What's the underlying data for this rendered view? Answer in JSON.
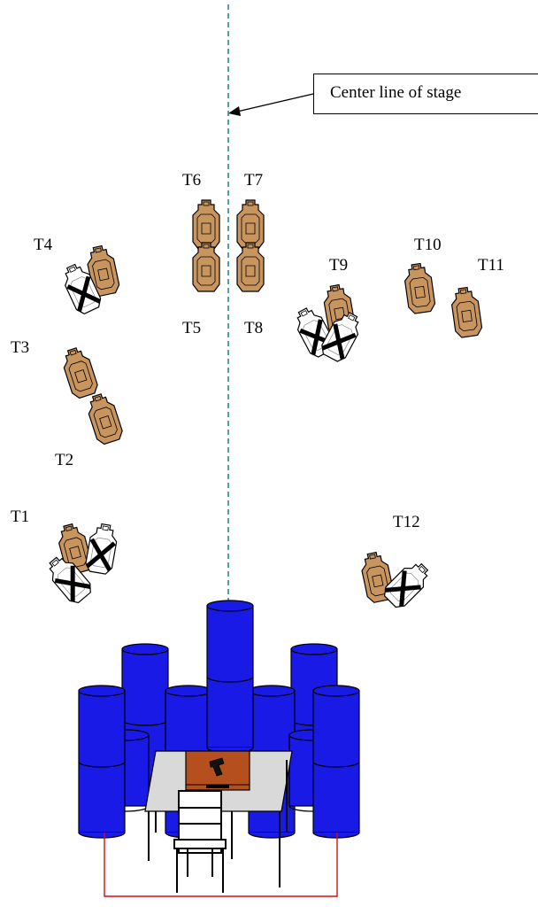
{
  "callout": {
    "text": "Center line of stage"
  },
  "targets": [
    {
      "id": "t1",
      "label": "T1"
    },
    {
      "id": "t2",
      "label": "T2"
    },
    {
      "id": "t3",
      "label": "T3"
    },
    {
      "id": "t4",
      "label": "T4"
    },
    {
      "id": "t5",
      "label": "T5"
    },
    {
      "id": "t6",
      "label": "T6"
    },
    {
      "id": "t7",
      "label": "T7"
    },
    {
      "id": "t8",
      "label": "T8"
    },
    {
      "id": "t9",
      "label": "T9"
    },
    {
      "id": "t10",
      "label": "T10"
    },
    {
      "id": "t11",
      "label": "T11"
    },
    {
      "id": "t12",
      "label": "T12"
    }
  ],
  "colors": {
    "target_fill": "#c8955f",
    "target_outline": "#000000",
    "no_shoot_fill": "#ffffff",
    "barrel_fill": "#1a1ae6",
    "centerline": "#2a8a8a",
    "table_top": "#d9d9d9",
    "case_fill": "#b5501e",
    "fault_line": "#cc1111"
  },
  "icons": [
    "paper-target-icon",
    "no-shoot-target-icon",
    "barrel-icon",
    "pistol-icon",
    "chair-icon",
    "table-icon"
  ]
}
